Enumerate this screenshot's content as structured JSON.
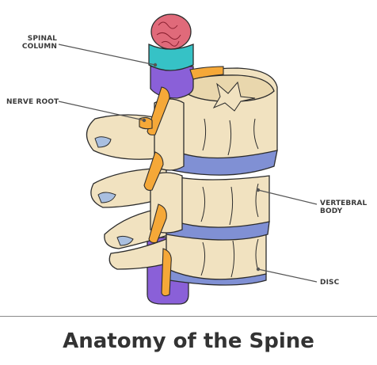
{
  "labels": {
    "spinal_column": [
      "SPINAL",
      "COLUMN"
    ],
    "nerve_root": [
      "NERVE ROOT"
    ],
    "vertebral_body": [
      "VERTEBRAL",
      "BODY"
    ],
    "disc": [
      "DISC"
    ]
  },
  "caption": "Anatomy of the Spine",
  "colors": {
    "bone": "#f1e2c0",
    "bone_dark": "#dcc89a",
    "outline": "#2c2c2c",
    "disc": "#8090d4",
    "cord_purple": "#8a60d8",
    "cord_cyan": "#36c2c6",
    "nerve": "#f5a838",
    "cord_red": "#e06a7a"
  }
}
